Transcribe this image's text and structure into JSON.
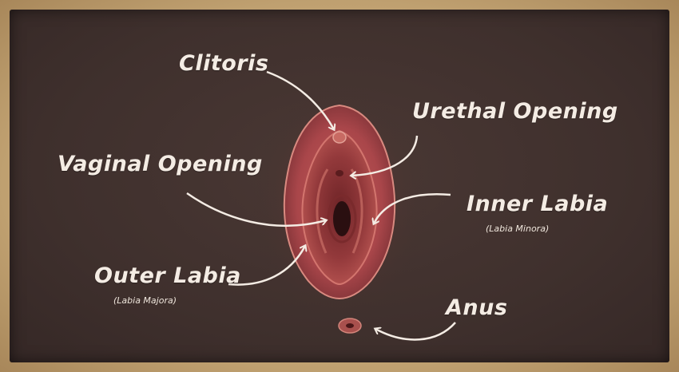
{
  "labels": {
    "clitoris": "Clitoris",
    "urethral_opening": "Urethal Opening",
    "vaginal_opening": "Vaginal Opening",
    "inner_labia": "Inner Labia",
    "inner_labia_sub": "(Labia Minora)",
    "outer_labia": "Outer Labia",
    "outer_labia_sub": "(Labia Majora)",
    "anus": "Anus"
  },
  "colors": {
    "board": "#3f302d",
    "frame": "#c9ab7d",
    "text": "#f4ece4",
    "outer_labia": "#b4514f",
    "inner_tissue": "#9a3a3c",
    "opening": "#2a0f10"
  }
}
